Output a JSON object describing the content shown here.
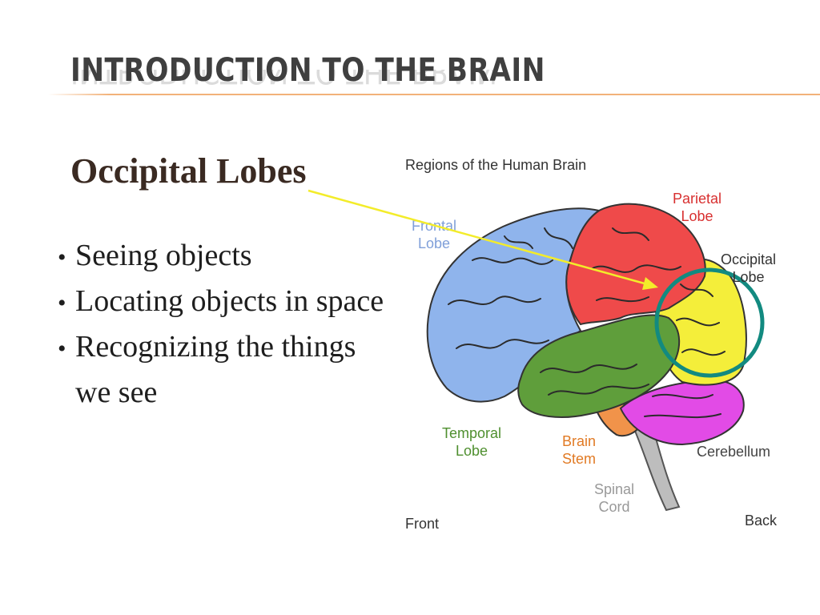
{
  "slide": {
    "title": "Introduction to the Brain",
    "subtitle": "Occipital Lobes",
    "bullets": [
      "Seeing objects",
      "Locating objects in space",
      "Recognizing the things we see"
    ]
  },
  "diagram": {
    "heading": "Regions of the Human Brain",
    "labels": {
      "frontal": "Frontal\nLobe",
      "parietal": "Parietal\nLobe",
      "occipital": "Occipital\nLobe",
      "temporal": "Temporal\nLobe",
      "brain_stem": "Brain\nStem",
      "cerebellum": "Cerebellum",
      "spinal_cord": "Spinal\nCord",
      "front": "Front",
      "back": "Back"
    },
    "colors": {
      "frontal": "#8fb4ec",
      "parietal": "#ef4a4a",
      "occipital": "#f4ee3a",
      "temporal": "#5f9e3b",
      "cerebellum": "#e24be6",
      "brain_stem": "#f1934a",
      "spinal_cord": "#bdbdbd",
      "callout_arrow": "#f3ec2a",
      "highlight_circle": "#128a80"
    }
  }
}
